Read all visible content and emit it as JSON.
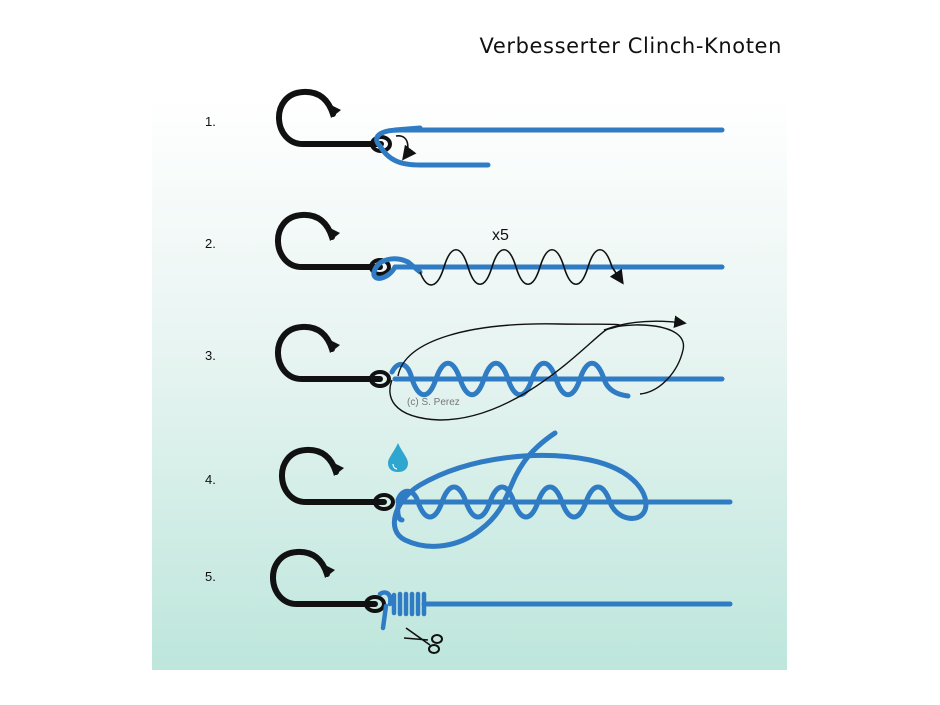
{
  "title": "Verbesserter Clinch-Knoten",
  "colors": {
    "line": "#2f7cc4",
    "hook": "#111111",
    "drop": "#2fa6cf"
  },
  "steps": [
    {
      "label": "1."
    },
    {
      "label": "2.",
      "note": "x5"
    },
    {
      "label": "3.",
      "credit": "(c) S. Perez"
    },
    {
      "label": "4.",
      "icon": "water-drop-icon"
    },
    {
      "label": "5.",
      "icon": "scissors-icon"
    }
  ]
}
